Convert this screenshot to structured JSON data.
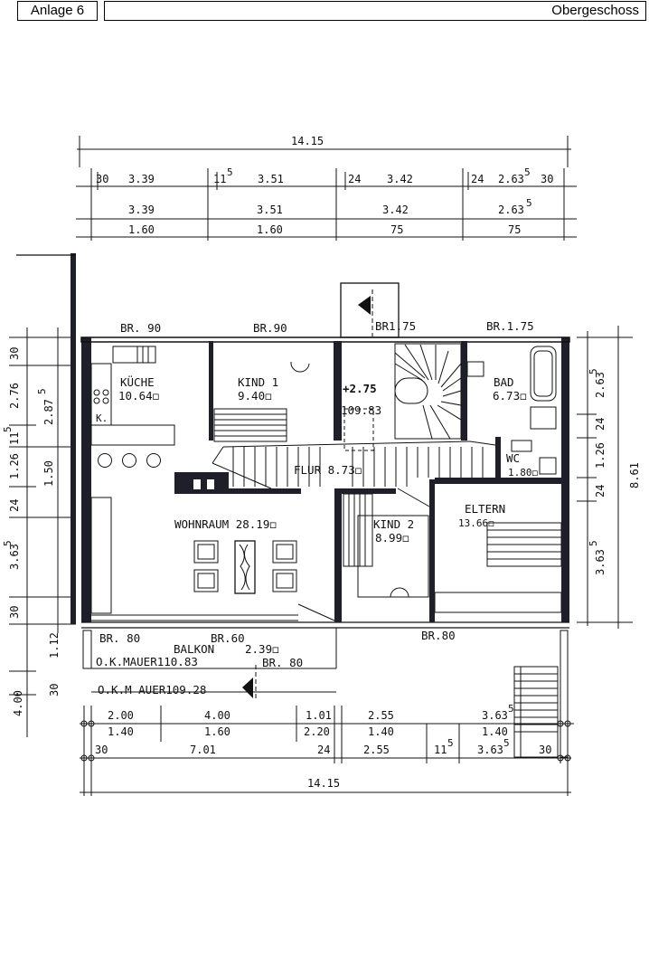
{
  "header": {
    "annex": "Anlage 6",
    "floor": "Obergeschoss"
  },
  "top_dims": {
    "total": "14.15",
    "row1": [
      "30",
      "3.39",
      "11",
      "5",
      "3.51",
      "24",
      "3.42",
      "24",
      "2.63",
      "5",
      "30"
    ],
    "row2": [
      "3.39",
      "3.51",
      "3.42",
      "2.63",
      "5"
    ],
    "row3": [
      "1.60",
      "1.60",
      "75",
      "75"
    ]
  },
  "openings": {
    "br1": "BR. 90",
    "br2": "BR.90",
    "br3": "BR1.75",
    "br4": "BR.1.75",
    "br5": "BR. 80",
    "br6": "BR.60",
    "br7": "BR.80",
    "br8": "BR. 80"
  },
  "rooms": {
    "kueche": {
      "name": "KÜCHE",
      "area": "10.64◻"
    },
    "kind1": {
      "name": "KIND 1",
      "area": "9.40◻"
    },
    "bad": {
      "name": "BAD",
      "area": "6.73◻"
    },
    "flur": {
      "name": "FLUR 8.73◻"
    },
    "wc": {
      "name": "WC",
      "area": "1.80◻"
    },
    "wohnraum": {
      "name": "WOHNRAUM 28.19◻"
    },
    "kind2": {
      "name": "KIND 2",
      "area": "8.99◻"
    },
    "eltern": {
      "name": "ELTERN",
      "area": "13.66◻"
    },
    "balkon": {
      "name": "BALKON",
      "area": "2.39◻"
    },
    "k_mark": "K."
  },
  "levels": {
    "stair_rise": "+2.75",
    "stair_level": "109.83",
    "mauer1": "O.K.MAUER110.83",
    "mauer2": "O.K.M AUER109.28"
  },
  "left_dims": {
    "outer": [
      "30",
      "2.76",
      "11",
      "5",
      "1.26",
      "24",
      "3.63",
      "5",
      "30",
      "1.12",
      "30",
      "4.00"
    ],
    "inner": [
      "2.87",
      "5",
      "1.50"
    ]
  },
  "right_dims": {
    "inner": [
      "2.63",
      "5",
      "24",
      "1.26",
      "24",
      "3.63",
      "5"
    ],
    "total": "8.61"
  },
  "bottom_dims": {
    "row1": [
      "2.00",
      "4.00",
      "1.01",
      "2.55",
      "3.63",
      "5"
    ],
    "row2": [
      "1.40",
      "1.60",
      "2.20",
      "1.40",
      "1.40"
    ],
    "row3": [
      "30",
      "7.01",
      "24",
      "2.55",
      "11",
      "5",
      "3.63",
      "5",
      "30"
    ],
    "total": "14.15"
  }
}
